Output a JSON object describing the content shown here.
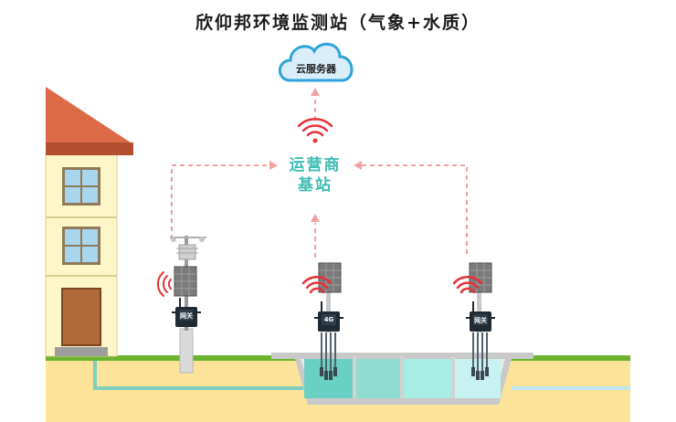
{
  "title": "欣仰邦环境监测站（气象+水质）",
  "cloud": {
    "label": "云服务器"
  },
  "base_station": {
    "line1": "运营商",
    "line2": "基站"
  },
  "gateways": [
    {
      "label": "网关"
    },
    {
      "label": "4G"
    },
    {
      "label": "网关"
    }
  ],
  "colors": {
    "arrow": "#f4a0a0",
    "signal": "#e53238",
    "cloud": "#d9eefa",
    "cloud_border": "#2fa3d9",
    "base_text": "#3cbcb3",
    "ground": "#fbe49a",
    "grass": "#6bb32e",
    "pipe": "#7fcfbf",
    "roof": "#dc6a47",
    "wall": "#fdf6c8",
    "door": "#b0693a",
    "window": "#a9d6ee"
  }
}
